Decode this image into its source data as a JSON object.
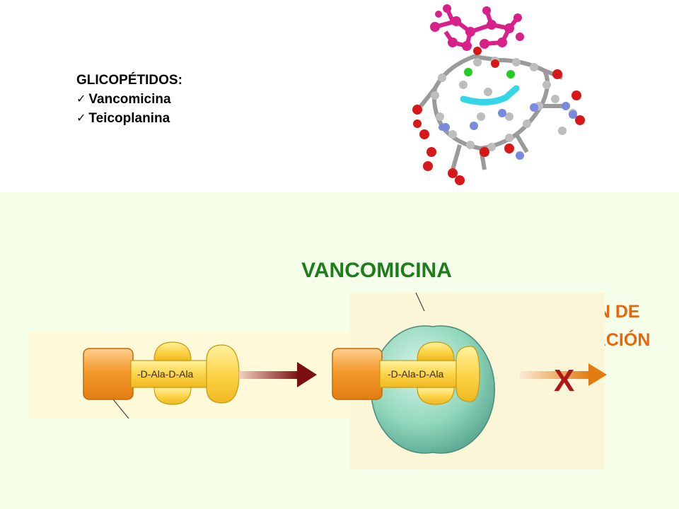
{
  "heading": "GLICOPÉTIDOS:",
  "items": [
    "Vancomicina",
    "Teicoplanina"
  ],
  "check_glyph": "✓",
  "drug_title": "VANCOMICINA",
  "inhibition_line1": "INHIBICIÓN DE",
  "inhibition_line2": "LA ELONGACIÓN",
  "peptide_label_left": "-D-Ala-D-Ala",
  "peptide_label_right": "-D-Ala-D-Ala",
  "blocked_symbol": "X",
  "colors": {
    "title_green": "#1d7d1d",
    "inhibition_orange": "#e8660e",
    "upper_bg": "#ffffff",
    "lower_bg": "#f4fee8"
  }
}
